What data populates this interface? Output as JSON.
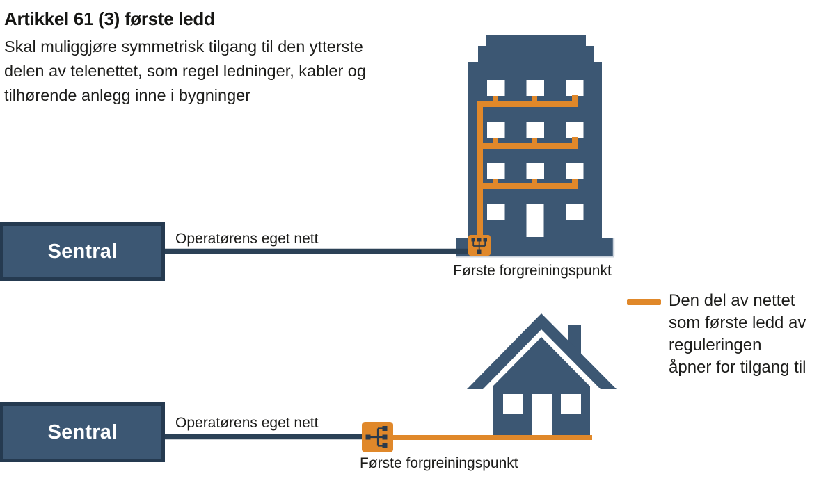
{
  "title": "Artikkel 61 (3) første ledd",
  "subtitle_lines": [
    "Skal muliggjøre symmetrisk tilgang til den ytterste",
    "delen av telenettet, som regel ledninger, kabler og",
    "tilhørende anlegg inne i bygninger"
  ],
  "diagram": {
    "top": {
      "sentral_label": "Sentral",
      "network_label": "Operatørens eget nett",
      "branch_point_label": "Første forgreiningspunkt"
    },
    "bottom": {
      "sentral_label": "Sentral",
      "network_label": "Operatørens eget nett",
      "branch_point_label": "Første forgreiningspunkt"
    }
  },
  "legend": {
    "lines": [
      "Den del av nettet",
      "som første ledd av",
      "reguleringen",
      "åpner for tilgang til"
    ]
  },
  "icons": {
    "branch_point_top": "network-splitter-icon",
    "branch_point_bottom": "network-splitter-icon"
  },
  "colors": {
    "navy": "#3c5773",
    "navy_border": "#253a50",
    "line_dark": "#2b4156",
    "orange_accent": "#e0882a",
    "icon_dark": "#2b3a4b",
    "baseline_light": "#c9d1db",
    "text": "#1c1c1a"
  }
}
